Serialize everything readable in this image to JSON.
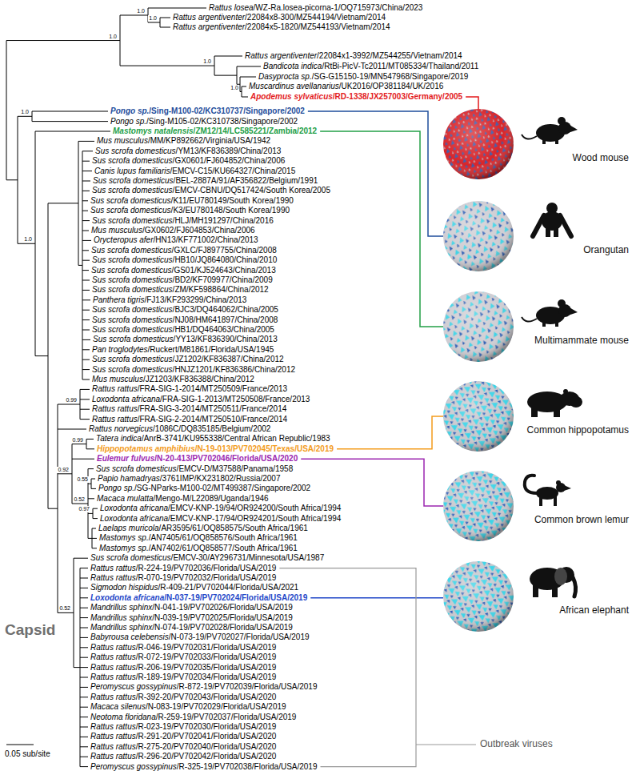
{
  "diagram": {
    "labels": [
      "Rattus losea/WZ-Ra.losea-picorna-1/OQ715973/China/2023",
      "Rattus argentiventer/22084x8-300/MZ544194/Vietnam/2014",
      "Rattus argentiventer/22084x5-1820/MZ544193/Vietnam/2014",
      "Rattus argentiventer/22084x1-3992/MZ544255/Vietnam/2014",
      "Bandicota indica/RtBi-PicV-Tc2011/MT085334/Thailand/2011",
      "Dasyprocta sp./SG-G15150-19/MN547968/Singapore/2019",
      "Muscardinus avellanarius/UK2016/OP381184/UK/2016",
      "Apodemus sylvaticus/RD-1338/JX257003/Germany/2005",
      "Pongo sp./Sing-M100-02/KC310737/Singapore/2002",
      "Pongo sp./Sing-M105-02/KC310738/Singapore/2002",
      "Mastomys natalensis/ZM12/14/LC585221/Zambia/2012",
      "Mus musculus/MM/KP892662/Virginia/USA/1942",
      "Sus scrofa domesticus/YM13/KF836389/China/2013",
      "Sus scrofa domesticus/GX0601/FJ604852/China/2006",
      "Canis lupus familiaris/EMCV-C15/KU664327/China/2015",
      "Sus scrofa domesticus/BEL-2887A/91/AF356822/Belgium/1991",
      "Sus scrofa domesticus/EMCV-CBNU/DQ517424/South Korea/2005",
      "Sus scrofa domesticus/K11/EU780149/South Korea/1990",
      "Sus scrofa domesticus/K3/EU780148/South Korea/1990",
      "Sus scrofa domesticus/HLJ/MH191297/China/2016",
      "Mus musculus/GX0602/FJ604853/China/2006",
      "Orycteropus afer/HN13/KF771002/China/2013",
      "Sus scrofa domesticus/GXLC/FJ897755/China/2008",
      "Sus scrofa domesticus/HB10/JQ864080/China/2010",
      "Sus scrofa domesticus/GS01/KJ524643/China/2013",
      "Sus scrofa domesticus/BD2/KF709977/China/2009",
      "Sus scrofa domesticus/ZM/KF598864/China/2012",
      "Panthera tigris/FJ13/KF293299/China/2013",
      "Sus scrofa domesticus/BJC3/DQ464062/China/2005",
      "Sus scrofa domesticus/NJ08/HM641897/China/2008",
      "Sus scrofa domesticus/HB1/DQ464063/China/2005",
      "Sus scrofa domesticus/YY13/KF836390/China/2013",
      "Pan troglodytes/Ruckert/M81861/Florida/USA/1945",
      "Sus scrofa domesticus/JZ1202/KF836387/China/2012",
      "Sus scrofa domesticus/HNJZ1201/KF836386/China/2012",
      "Mus musculus/JZ1203/KF836388/China/2012",
      "Rattus rattus/FRA-SIG-1-2014/MT250509/France/2013",
      "Loxodonta africana/FRA-SIG-1-2013/MT250508/France/2013",
      "Rattus rattus/FRA-SIG-3-2014/MT250511/France/2014",
      "Rattus rattus/FRA-SIG-2-2014/MT250510/France/2014",
      "Rattus norvegicus/1086C/DQ835185/Belgium/2002",
      "Tatera indica/AnrB-3741/KU955338/Central African Republic/1983",
      "Hippopotamus amphibius/N-19-013/PV702045/Texas/USA/2019",
      "Eulemur fulvus/N-20-413/PV702046/Florida/USA/2020",
      "Sus scrofa domesticus/EMCV-D/M37588/Panama/1958",
      "Papio hamadryas/3761IMP/KX231802/Russia/2007",
      "Pongo sp./SG-NParks-M100-02/MT499387/Singapore/2002",
      "Macaca mulatta/Mengo-M/L22089/Uganda/1946",
      "Loxodonta africana/EMCV-KNP-19/94/OR924200/South Africa/1994",
      "Loxodonta africana/EMCV-KNP-17/94/OR924201/South Africa/1994",
      "Laelaps muricola/AR3595/61/OQ858575/South Africa/1961",
      "Mastomys sp./AN7405/61/OQ858576/South Africa/1961",
      "Mastomys sp./AN7402/61/OQ858577/South Africa/1961",
      "Sus scrofa domesticus/EMCV-30/AY296731/Minnesota/USA/1987",
      "Rattus rattus/R-224-19/PV702036/Florida/USA/2019",
      "Rattus rattus/R-070-19/PV702032/Florida/USA/2019",
      "Sigmodon hispidus/R-409-21/PV702044/Florida/USA/2021",
      "Loxodonta africana/N-037-19/PV702024/Florida/USA/2019",
      "Mandrillus sphinx/N-041-19/PV702026/Florida/USA/2019",
      "Mandrillus sphinx/N-039-19/PV702025/Florida/USA/2019",
      "Mandrillus sphinx/N-074-19/PV702028/Florida/USA/2019",
      "Babyrousa celebensis/N-073-19/PV702027/Florida/USA/2019",
      "Rattus rattus/R-046-19/PV702031/Florida/USA/2019",
      "Rattus rattus/R-072-19/PV702033/Florida/USA/2019",
      "Rattus rattus/R-206-19/PV702035/Florida/USA/2019",
      "Rattus rattus/R-189-19/PV702034/Florida/USA/2019",
      "Peromyscus gossypinus/R-872-19/PV702039/Florida/USA/2019",
      "Rattus rattus/R-392-20/PV702043/Florida/USA/2020",
      "Macaca silenus/N-083-19/PV702029/Florida/USA/2019",
      "Neotoma floridana/R-259-19/PV702037/Florida/USA/2019",
      "Rattus rattus/R-023-19/PV702030/Florida/USA/2019",
      "Rattus rattus/R-291-20/PV702041/Florida/USA/2020",
      "Rattus rattus/R-275-20/PV702040/Florida/USA/2020",
      "Rattus rattus/R-296-20/PV702042/Florida/USA/2020",
      "Peromyscus gossypinus/R-325-19/PV702038/Florida/USA/2019",
      "1.0",
      "1.0",
      "1.0",
      "1.0",
      "1.0",
      "1.0",
      "1.0",
      "0.99",
      "0.99",
      "0.92",
      "0.55",
      "0.52",
      "0.97",
      "0.52",
      "Wood mouse",
      "Orangutan",
      "Multimammate mouse",
      "Common hippopotamus",
      "Common brown lemur",
      "African elephant",
      "Outbreak viruses",
      "Capsid",
      "0.05 sub/site"
    ]
  }
}
